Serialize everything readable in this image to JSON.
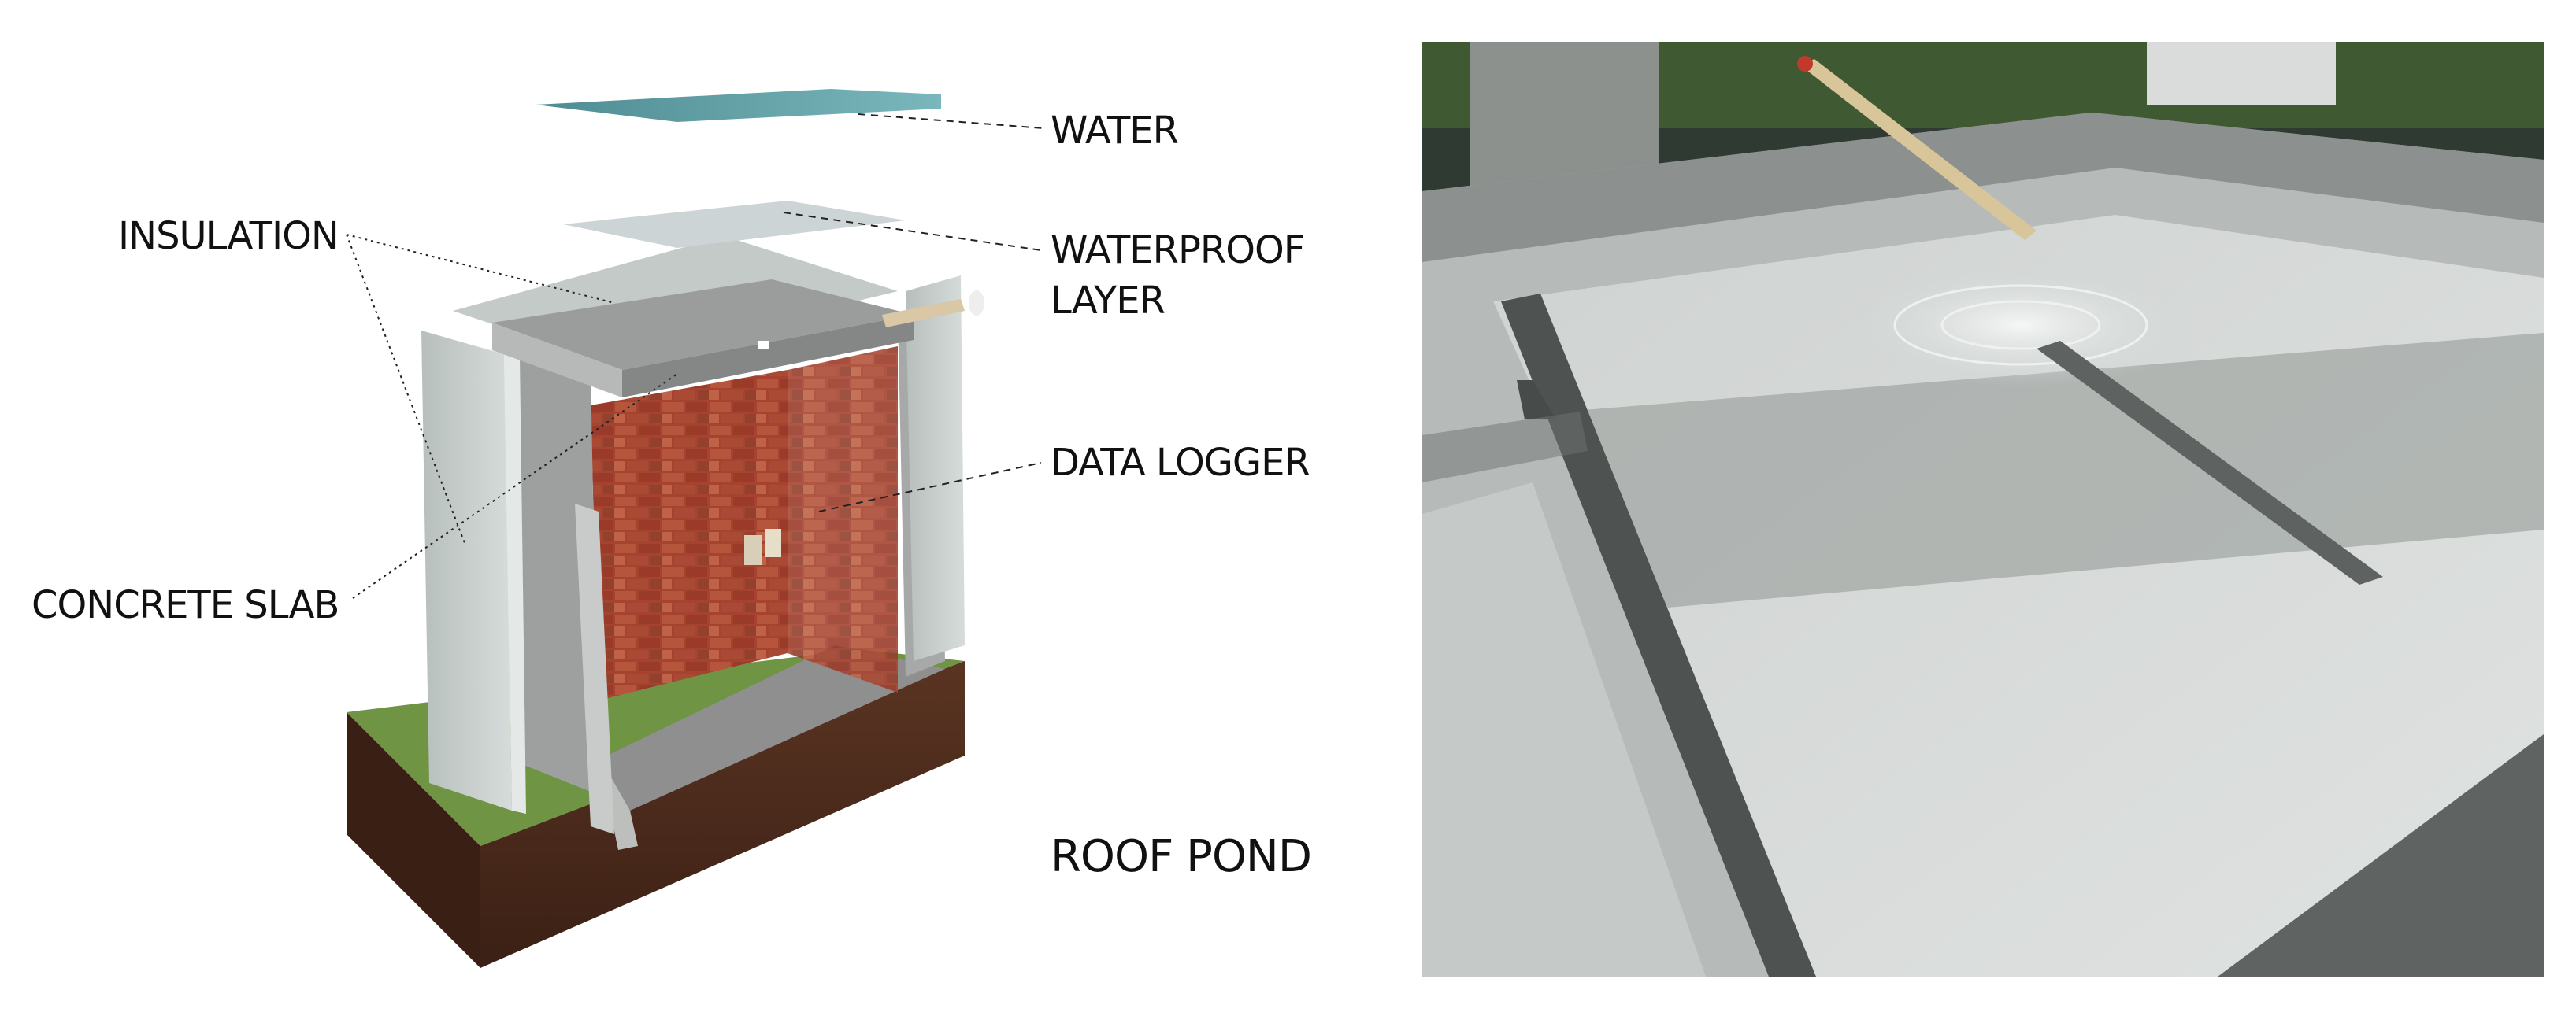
{
  "labels": {
    "water": "WATER",
    "insulation": "INSULATION",
    "waterproof_line1": "WATERPROOF",
    "waterproof_line2": "LAYER",
    "data_logger": "DATA LOGGER",
    "concrete_slab": "CONCRETE SLAB",
    "title": "ROOF POND"
  },
  "colors": {
    "brick": "#a0402e",
    "concrete": "#a9aba9",
    "insulation": "#c6cdcb",
    "soil": "#4b2a1c",
    "grass": "#6e9444",
    "water": "#5d9fa6",
    "pond_white": "#d7dad7"
  }
}
